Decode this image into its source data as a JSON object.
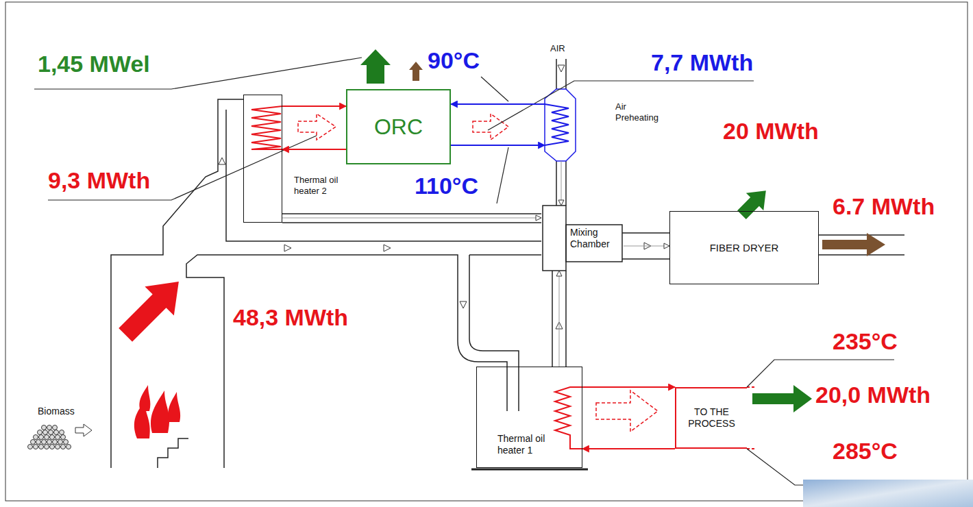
{
  "diagram": {
    "nodes": [
      {
        "text": [
          "Thermal oil heater 2"
        ]
      },
      {
        "text": [
          "ORC"
        ]
      },
      {
        "text": [
          "Air Preheating"
        ]
      },
      {
        "text": [
          "Mixing Chamber"
        ]
      },
      {
        "text": [
          "FIBER DRYER"
        ]
      },
      {
        "text": [
          "Thermal oil heater 1"
        ]
      },
      {
        "text": [
          "TO THE PROCESS"
        ]
      }
    ],
    "edges": [
      {
        "from": 0,
        "to": 1,
        "arrow": "to"
      },
      {
        "from": 1,
        "to": 0,
        "arrow": "to"
      },
      {
        "from": 2,
        "to": 1,
        "arrow": "to"
      },
      {
        "from": 1,
        "to": 2,
        "arrow": "to"
      },
      {
        "from": 0,
        "to": 3,
        "arrow": "to"
      },
      {
        "from": 2,
        "to": 3,
        "arrow": "to"
      },
      {
        "from": 5,
        "to": 3,
        "arrow": "to"
      },
      {
        "from": 3,
        "to": 4,
        "arrow": "to"
      },
      {
        "from": 5,
        "to": 6,
        "arrow": "to"
      },
      {
        "from": 6,
        "to": 5,
        "arrow": "to"
      }
    ],
    "labels": [
      "1,45 MWel",
      "90°C",
      "AIR",
      "7,7 MWth",
      "20 MWth",
      "6.7 MWth",
      "9,3 MWth",
      "110°C",
      "48,3 MWth",
      "235°C",
      "20,0 MWth",
      "Biomass",
      "285°C"
    ]
  }
}
